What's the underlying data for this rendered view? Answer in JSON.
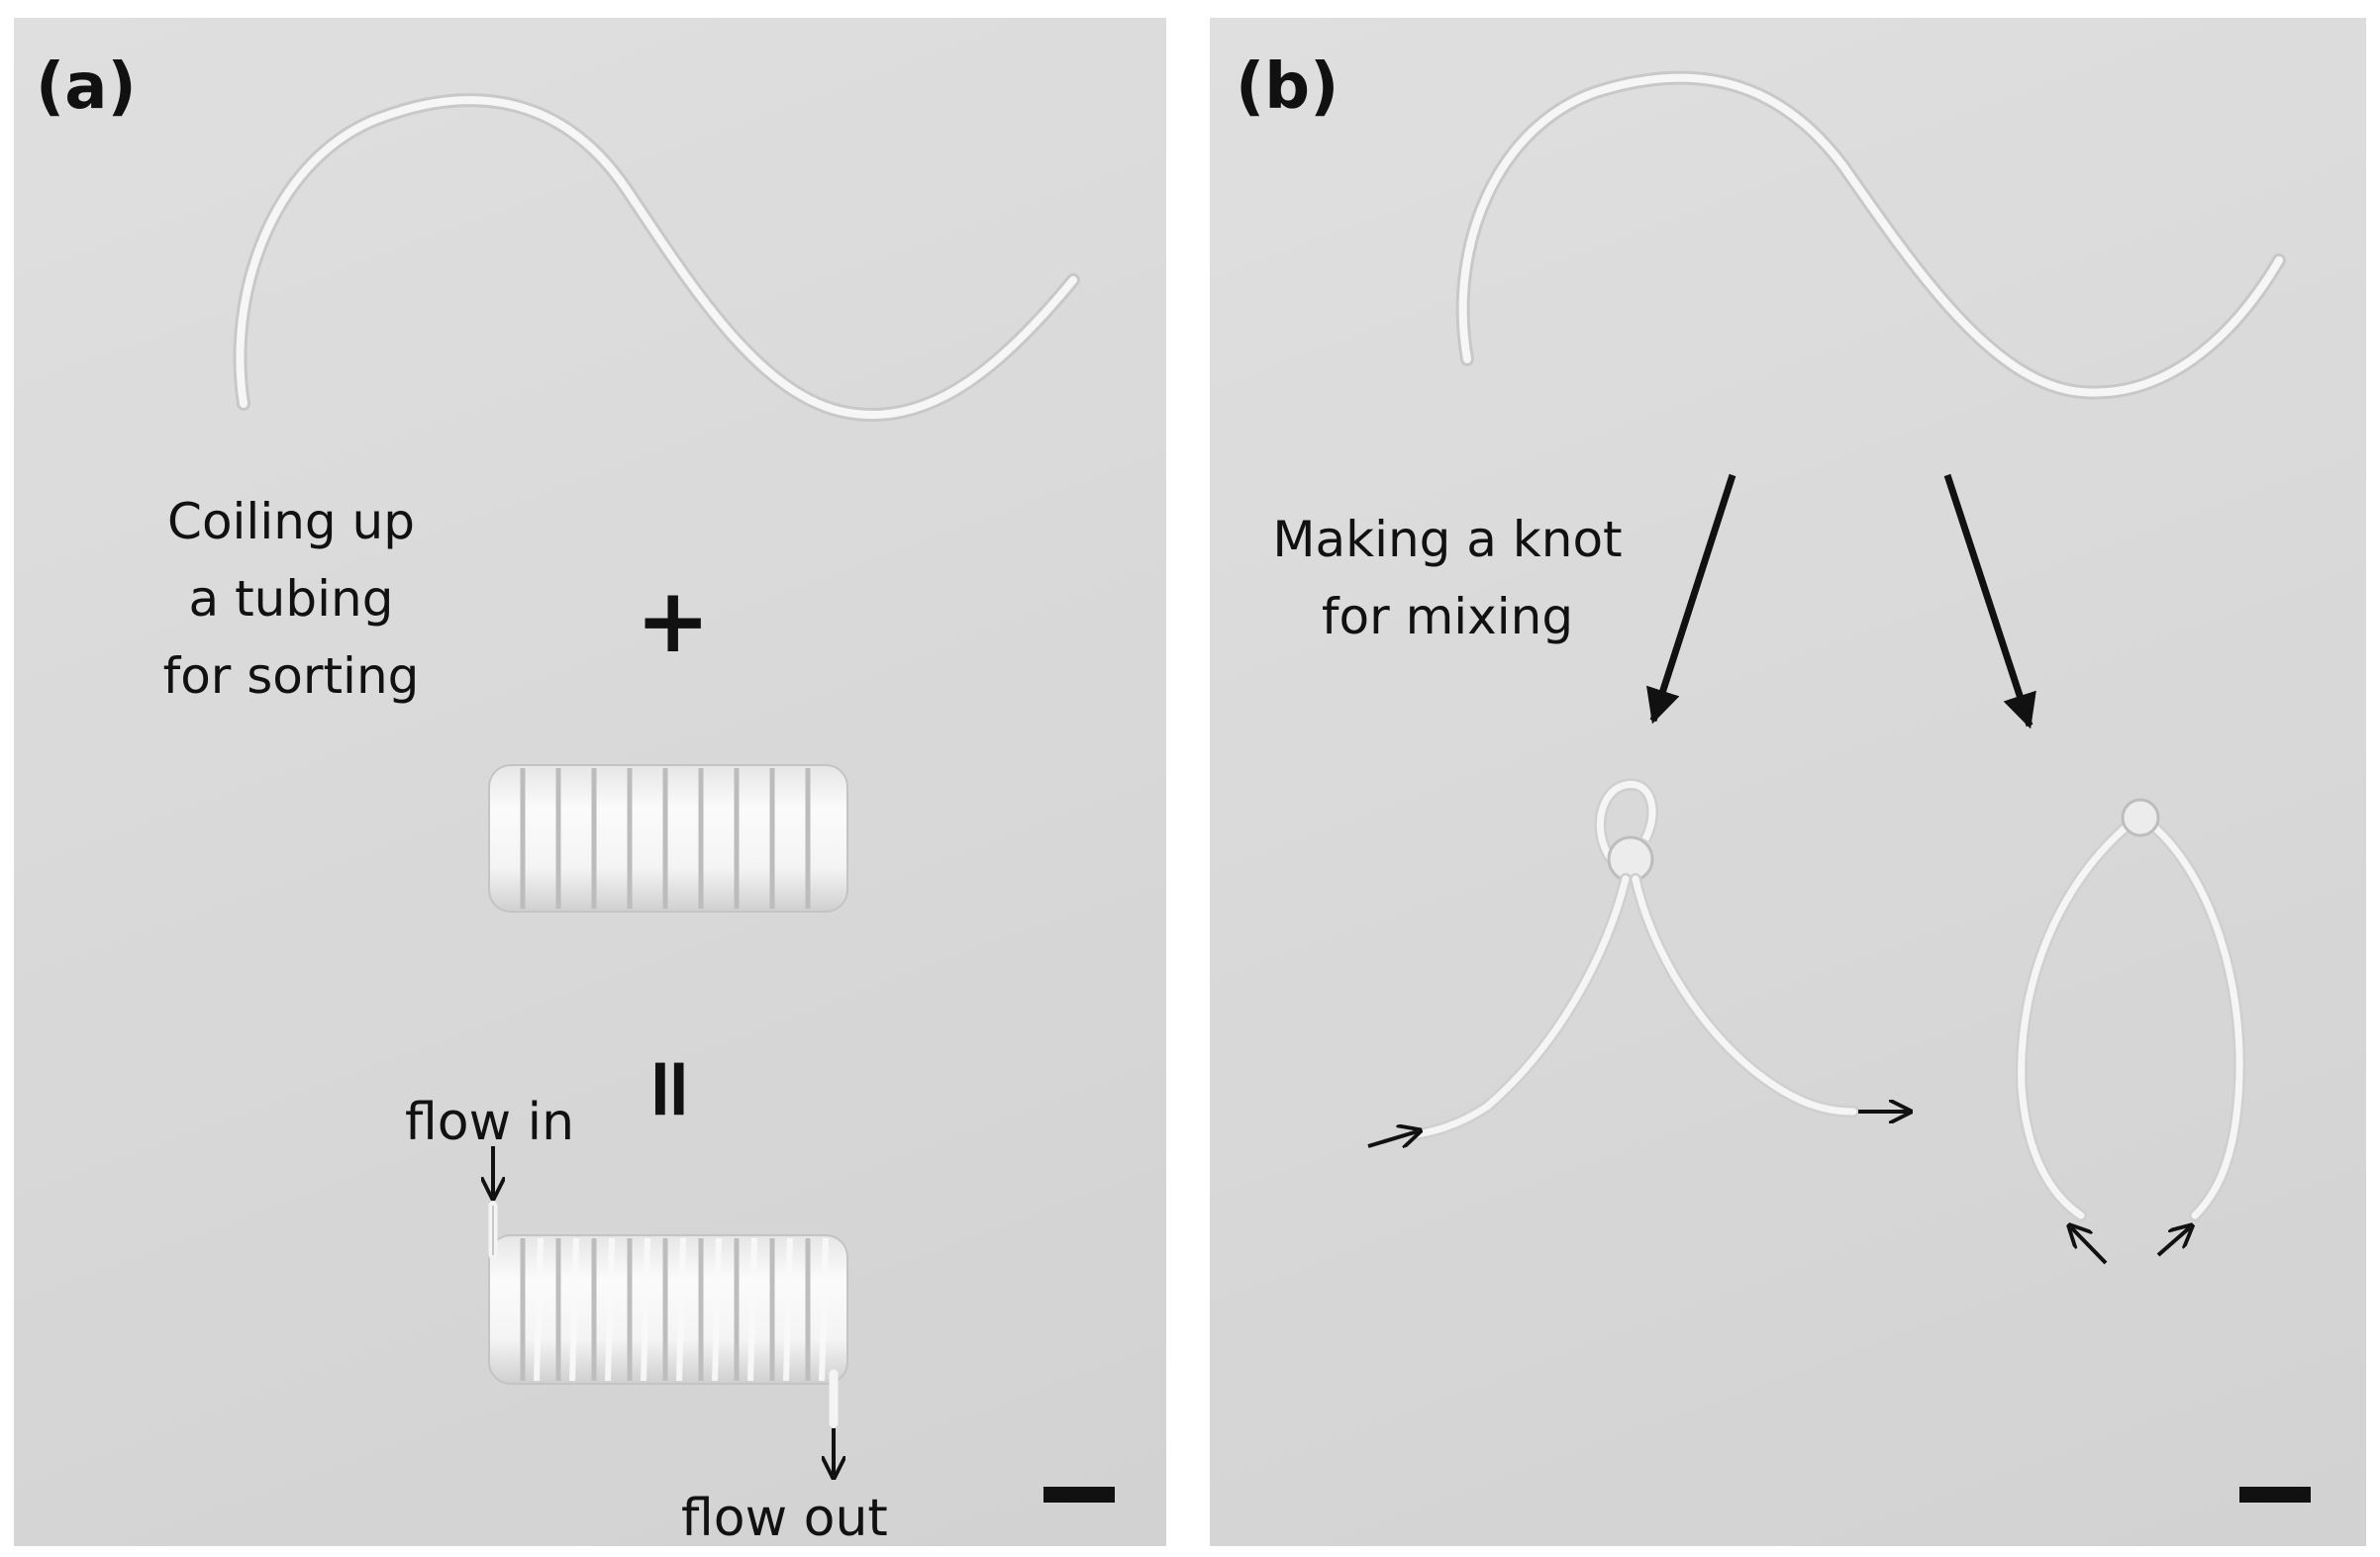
{
  "panel_a": {
    "label": "(a)",
    "caption_lines": [
      "Coiling up",
      "a tubing",
      "for sorting"
    ],
    "plus_symbol": "+",
    "equals_symbol": "=",
    "flow_in": "flow in",
    "flow_out": "flow out"
  },
  "panel_b": {
    "label": "(b)",
    "caption_lines": [
      "Making a knot",
      "for mixing"
    ]
  },
  "colors": {
    "background": "#d9d9d9",
    "tubing": "#f4f4f4",
    "rod": "#f2f2f2",
    "ink": "#111111"
  }
}
